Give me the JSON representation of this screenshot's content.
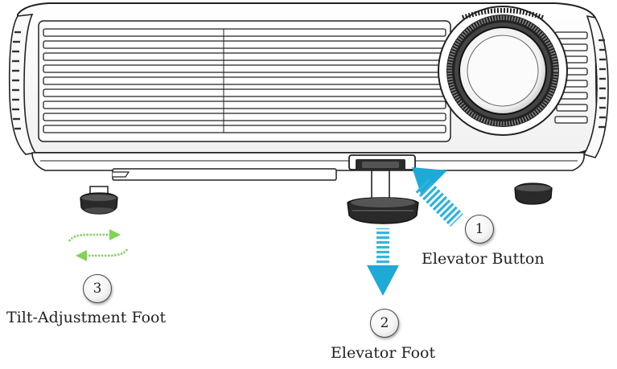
{
  "callouts": [
    {
      "number": "1",
      "label": "Elevator Button"
    },
    {
      "number": "2",
      "label": "Elevator Foot"
    },
    {
      "number": "3",
      "label": "Tilt-Adjustment Foot"
    }
  ],
  "colors": {
    "arrow": "#2ab3d8",
    "arrow_light": "#8fdcef",
    "rotate_arrow": "#7fd35a",
    "outline": "#222222"
  },
  "icons": {
    "rotation": "rotate-arrows-icon",
    "push": "push-arrow-icon",
    "down": "down-arrow-icon"
  }
}
